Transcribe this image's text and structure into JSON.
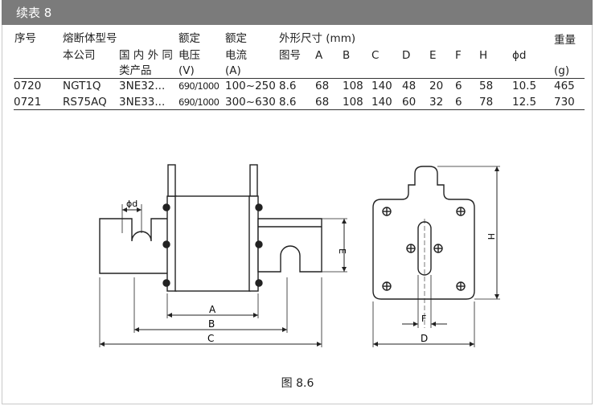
{
  "table_title": "续表 8",
  "headers": {
    "seq": "序号",
    "fuse_model": "熔断体型号",
    "our_company": "本公司",
    "domestic_foreign_line1": "国 内 外 同",
    "domestic_foreign_line2": "类产品",
    "rated1": "额定",
    "voltage": "电压",
    "voltage_unit": "(V)",
    "rated2": "额定",
    "current": "电流",
    "current_unit": "(A)",
    "dimensions": "外形尺寸 (mm)",
    "figure_no": "图号",
    "A": "A",
    "B": "B",
    "C": "C",
    "D": "D",
    "E": "E",
    "F": "F",
    "H": "H",
    "phi_d": "ϕd",
    "weight": "重量",
    "weight_unit": "(g)"
  },
  "rows": [
    {
      "seq": "0720",
      "our": "NGT1Q",
      "other": "3NE32...",
      "voltage": "690/1000",
      "current": "100~250",
      "fig": "8.6",
      "A": "68",
      "B": "108",
      "C": "140",
      "D": "48",
      "E": "20",
      "F": "6",
      "H": "58",
      "phi": "10.5",
      "weight": "465"
    },
    {
      "seq": "0721",
      "our": "RS75AQ",
      "other": "3NE33...",
      "voltage": "690/1000",
      "current": "300~630",
      "fig": "8.6",
      "A": "68",
      "B": "108",
      "C": "140",
      "D": "60",
      "E": "32",
      "F": "6",
      "H": "78",
      "phi": "12.5",
      "weight": "730"
    }
  ],
  "drawing_labels": {
    "phi_d": "ϕd",
    "A": "A",
    "B": "B",
    "C": "C",
    "E": "E",
    "D": "D",
    "F": "F",
    "H": "H"
  },
  "caption": "图 8.6"
}
